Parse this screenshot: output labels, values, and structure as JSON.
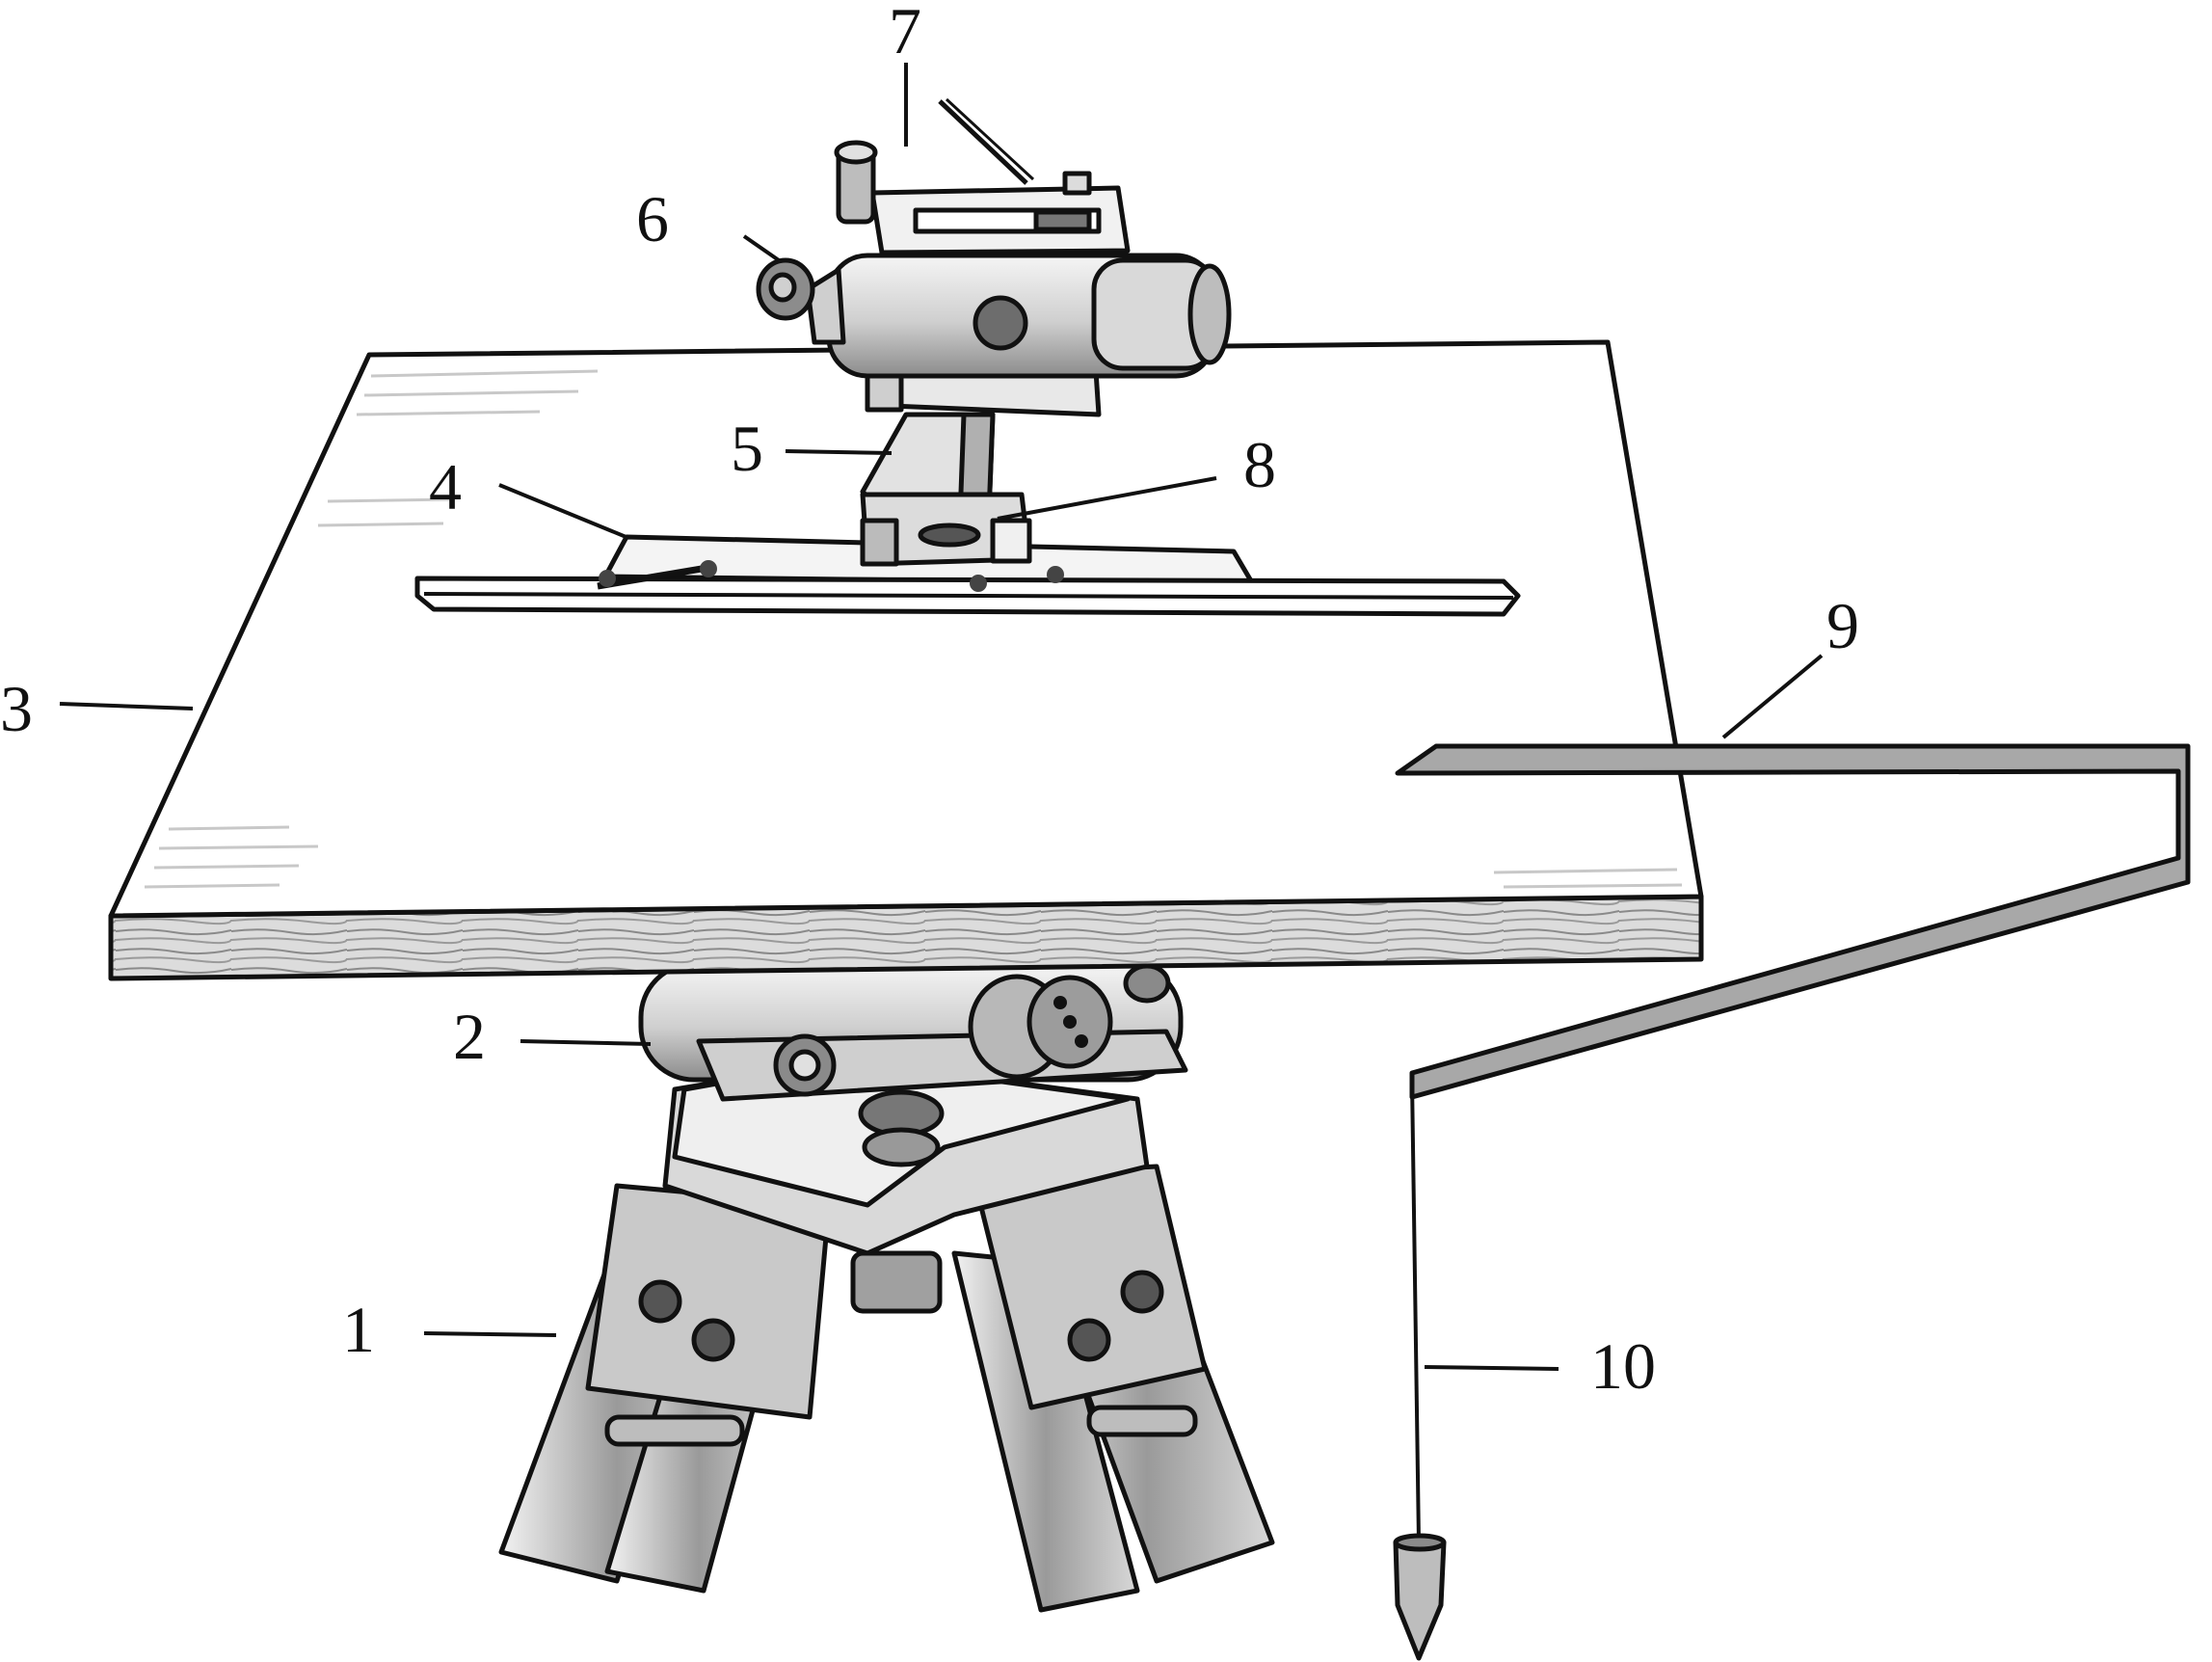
{
  "labels": {
    "l1": "1",
    "l2": "2",
    "l3": "3",
    "l4": "4",
    "l5": "5",
    "l6": "6",
    "l7": "7",
    "l8": "8",
    "l9": "9",
    "l10": "10"
  },
  "colors": {
    "ink": "#111111",
    "wood": "#d6d6d6",
    "arm": "#a8a8a8",
    "metal_light": "#e6e6e6",
    "metal_mid": "#bcbcbc",
    "metal_dark": "#7a7a7a"
  }
}
